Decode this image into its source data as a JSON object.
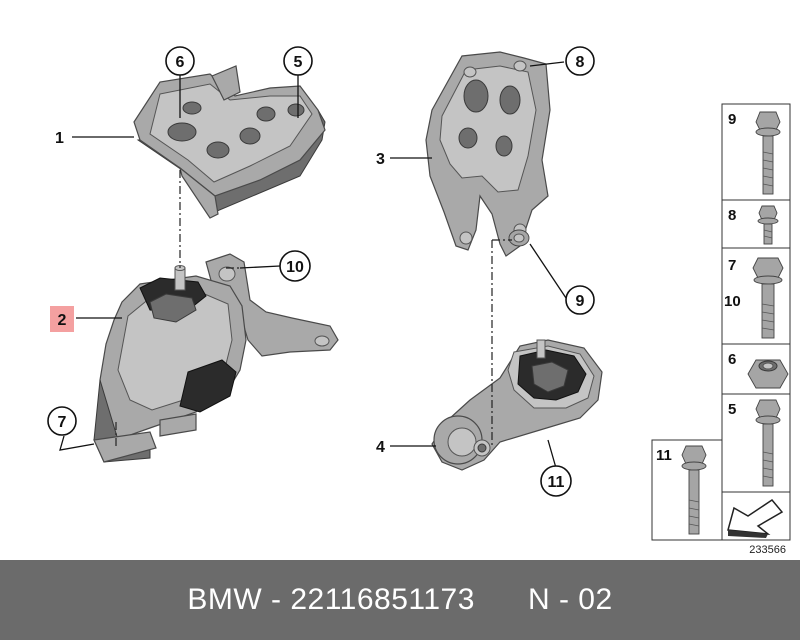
{
  "callouts": {
    "c6": "6",
    "c5": "5",
    "c1": "1",
    "c10": "10",
    "c2": "2",
    "c7": "7",
    "c8": "8",
    "c3": "3",
    "c9": "9",
    "c4": "4",
    "c11": "11"
  },
  "side_panel": {
    "p9": "9",
    "p8": "8",
    "p7": "7",
    "p10": "10",
    "p6": "6",
    "p5": "5",
    "p11": "11"
  },
  "diagram_id": "233566",
  "footer": {
    "brand": "BMW",
    "part_number": "22116851173",
    "sheet": "N - 02"
  },
  "colors": {
    "highlight": "#f4a0a0",
    "footer_bg": "#6b6b6b"
  }
}
